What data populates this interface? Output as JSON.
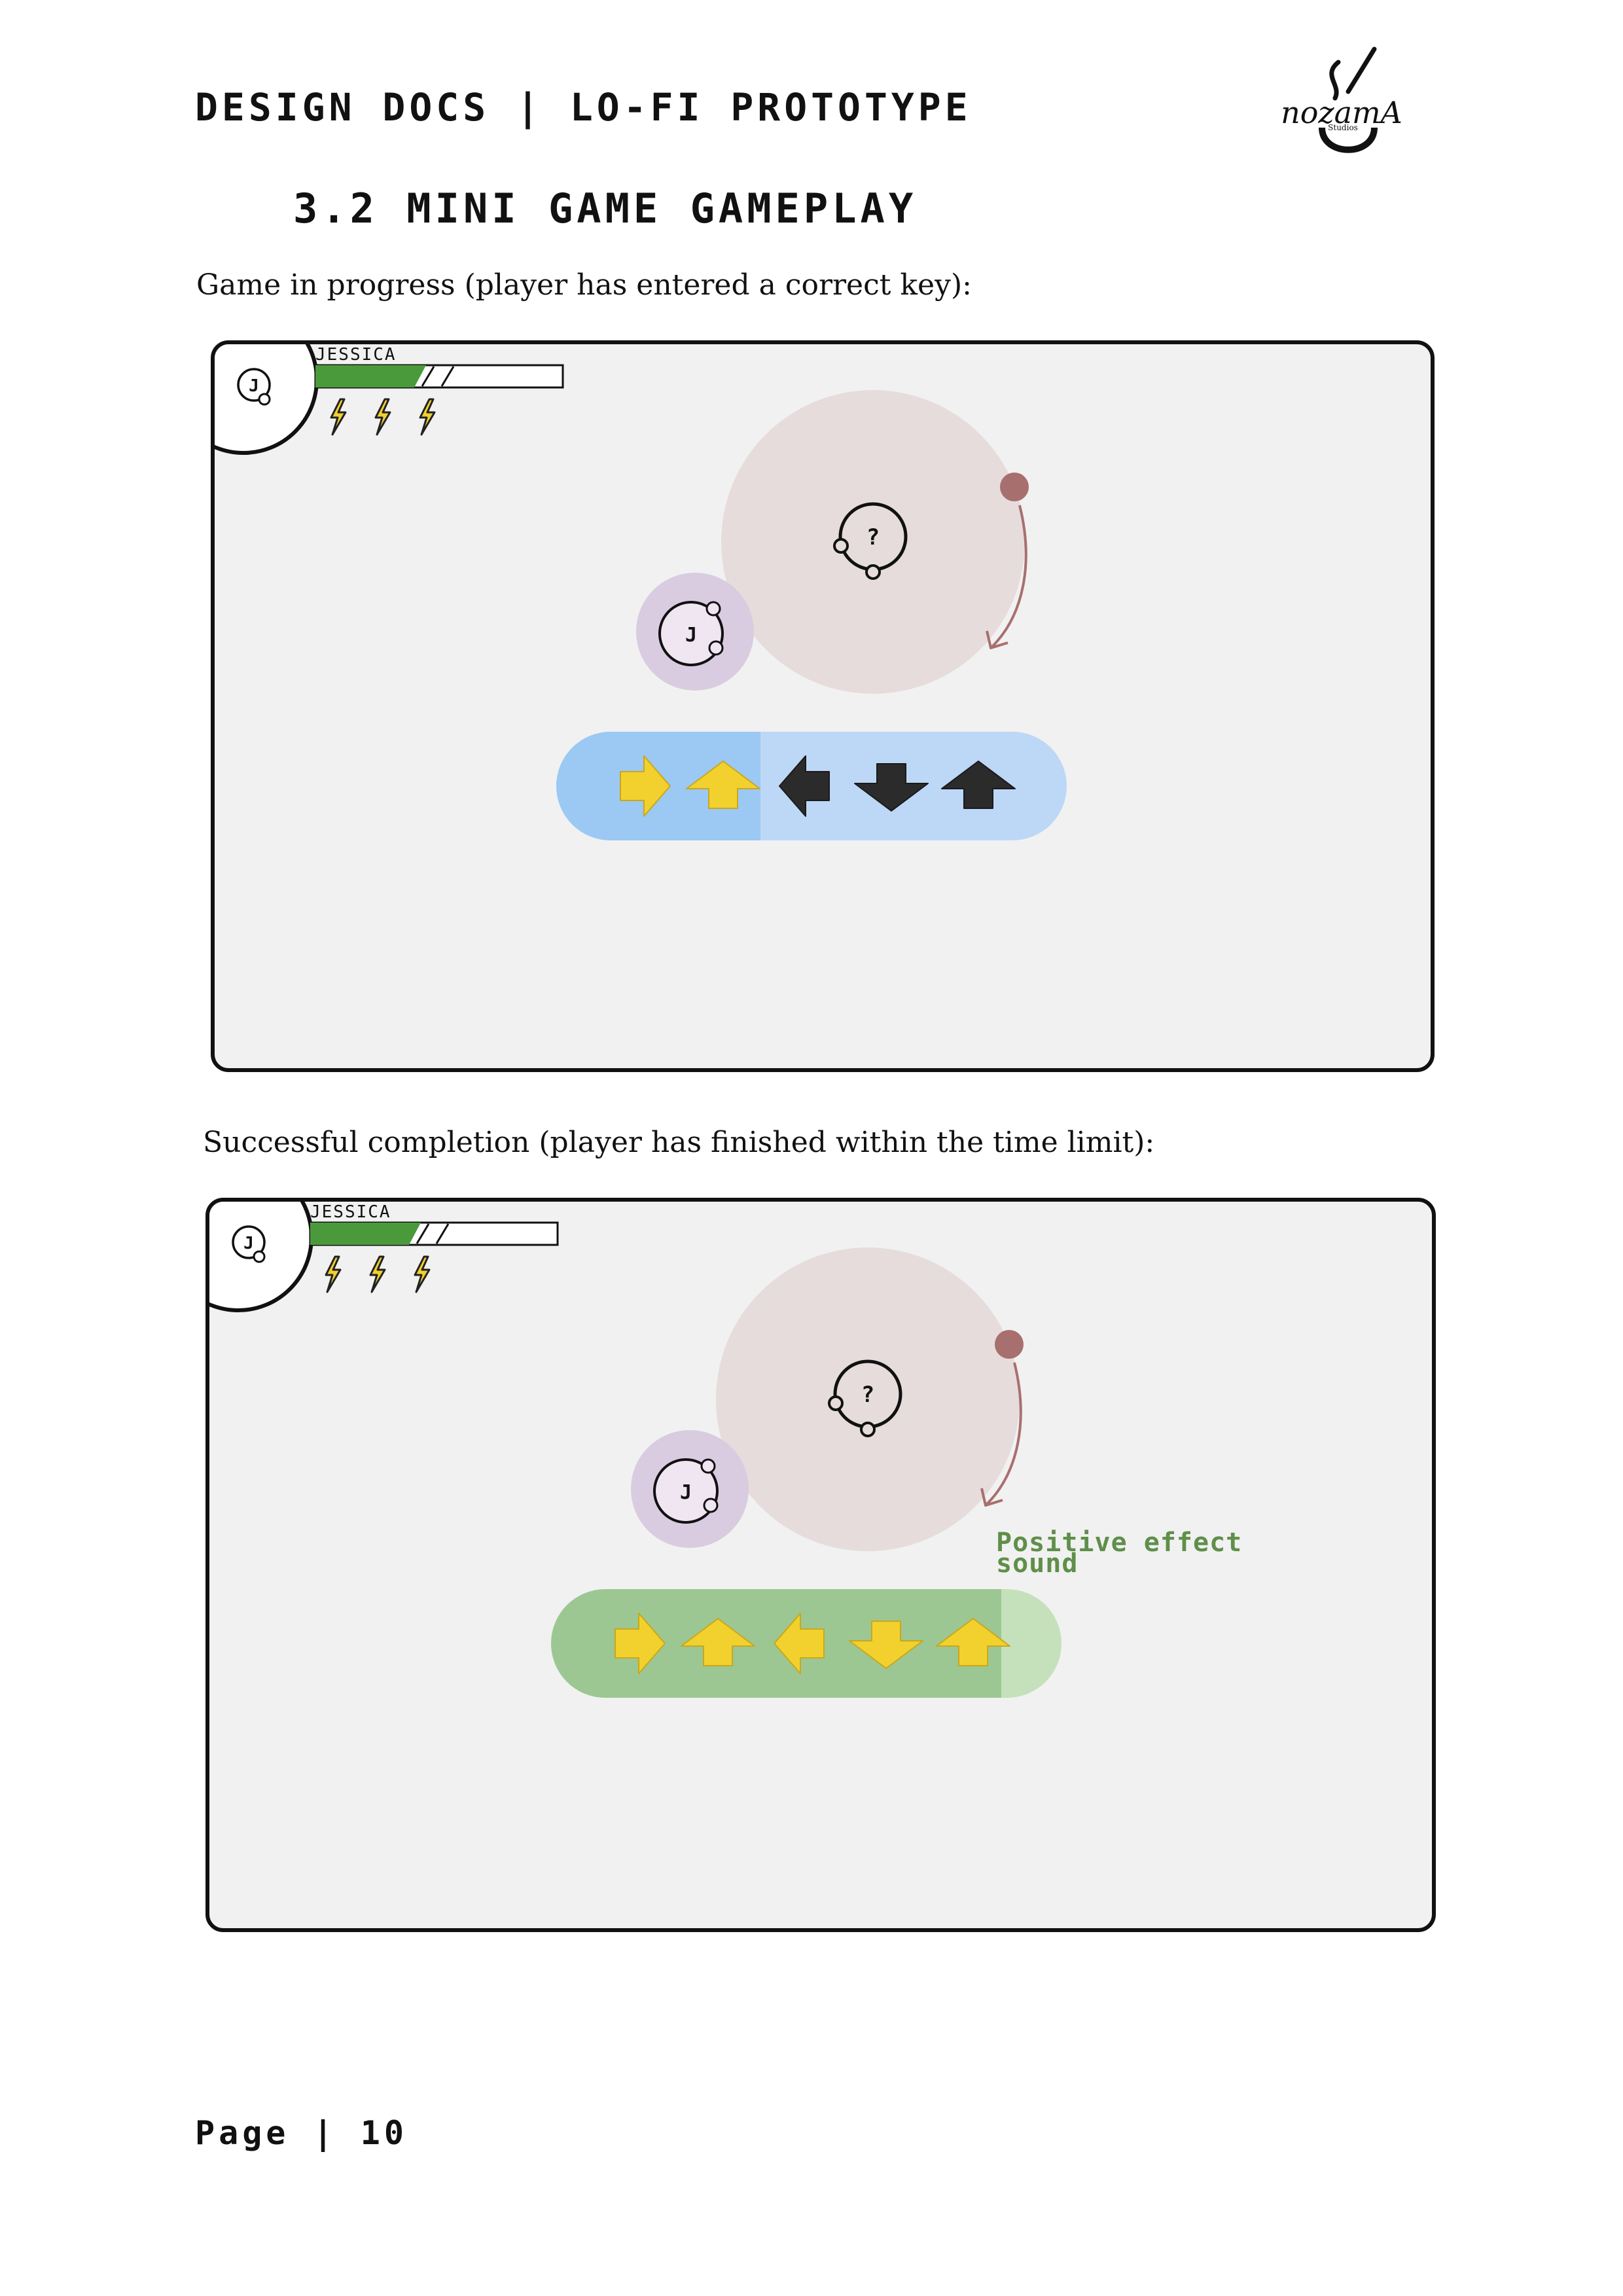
{
  "header": {
    "title": "DESIGN DOCS | LO-FI PROTOTYPE"
  },
  "logo": {
    "name": "nozamA",
    "sub": "Studios"
  },
  "section": {
    "title": "3.2 MINI GAME GAMEPLAY"
  },
  "colors": {
    "panel_bg": "#f1f1f1",
    "panel_border": "#111111",
    "health_green": "#4a9a3c",
    "energy_yellow": "#f2cf2e",
    "arena_circle": "#e6dcdc",
    "timer_dot": "#a86f6f",
    "player_ring": "#d9cce0",
    "bar_blue": "#bdd7f7",
    "bar_blue_active": "#9cc8f4",
    "bar_green": "#9cc792",
    "bar_green_light": "#c4e1bb",
    "arrow_done": "#f2d12e",
    "arrow_pending": "#2b2b2b",
    "effect_text": "#5f8f4a"
  },
  "panels": [
    {
      "caption": "Game in progress (player has entered a correct key):",
      "player_name": "JESSICA",
      "avatar_letter": "J",
      "enemy_symbol": "?",
      "health_fraction": 0.5,
      "energy_count": 3,
      "bar_state": "in-progress",
      "arrows": [
        {
          "dir": "right",
          "state": "done"
        },
        {
          "dir": "up",
          "state": "done"
        },
        {
          "dir": "left",
          "state": "pending"
        },
        {
          "dir": "down",
          "state": "pending"
        },
        {
          "dir": "up",
          "state": "pending"
        }
      ],
      "effect_label": ""
    },
    {
      "caption": "Successful completion (player has finished within the time limit):",
      "player_name": "JESSICA",
      "avatar_letter": "J",
      "enemy_symbol": "?",
      "health_fraction": 0.5,
      "energy_count": 3,
      "bar_state": "complete",
      "arrows": [
        {
          "dir": "right",
          "state": "done"
        },
        {
          "dir": "up",
          "state": "done"
        },
        {
          "dir": "left",
          "state": "done"
        },
        {
          "dir": "down",
          "state": "done"
        },
        {
          "dir": "up",
          "state": "done"
        }
      ],
      "effect_label": "Positive effect sound"
    }
  ],
  "footer": {
    "page_label": "Page | 10"
  }
}
